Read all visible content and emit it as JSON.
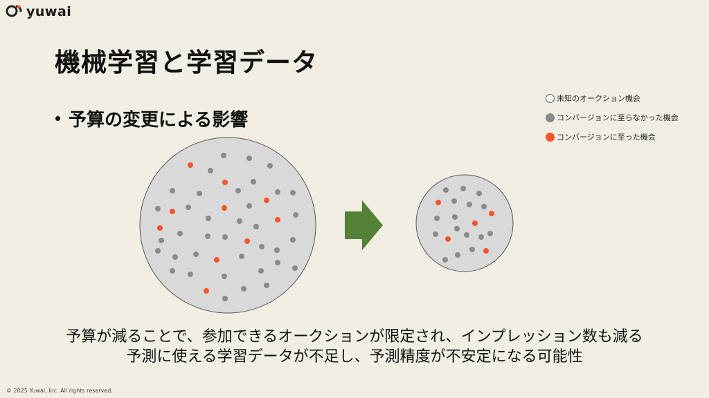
{
  "brand": {
    "name": "yuwai",
    "logo_icon": "yuwai-logo-icon"
  },
  "slide": {
    "title": "機械学習と学習データ",
    "bullet": "予算の変更による影響",
    "legend": [
      {
        "label": "未知のオークション機会",
        "color": "#ffffff",
        "kind": "unknown"
      },
      {
        "label": "コンバージョンに至らなかった機会",
        "color": "#8a8a8a",
        "kind": "no-conversion"
      },
      {
        "label": "コンバージョンに至った機会",
        "color": "#f3542a",
        "kind": "conversion"
      }
    ],
    "arrow_color": "#538135",
    "caption_line1": "予算が減ることで、参加できるオークションが限定され、インプレッション数も減る",
    "caption_line2": "予測に使える学習データが不足し、予測精度が不安定になる可能性",
    "footer": "© 2025 Yuwai, Inc. All rights reserved."
  }
}
